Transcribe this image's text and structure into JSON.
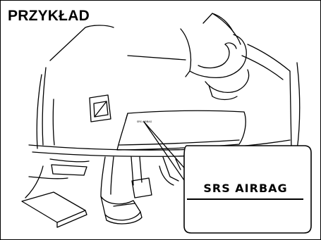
{
  "title": "PRZYKŁAD",
  "callout": {
    "label": "SRS AIRBAG"
  },
  "icons": {
    "illustration": "dashboard-lower-panel-srs-airbag-location"
  }
}
